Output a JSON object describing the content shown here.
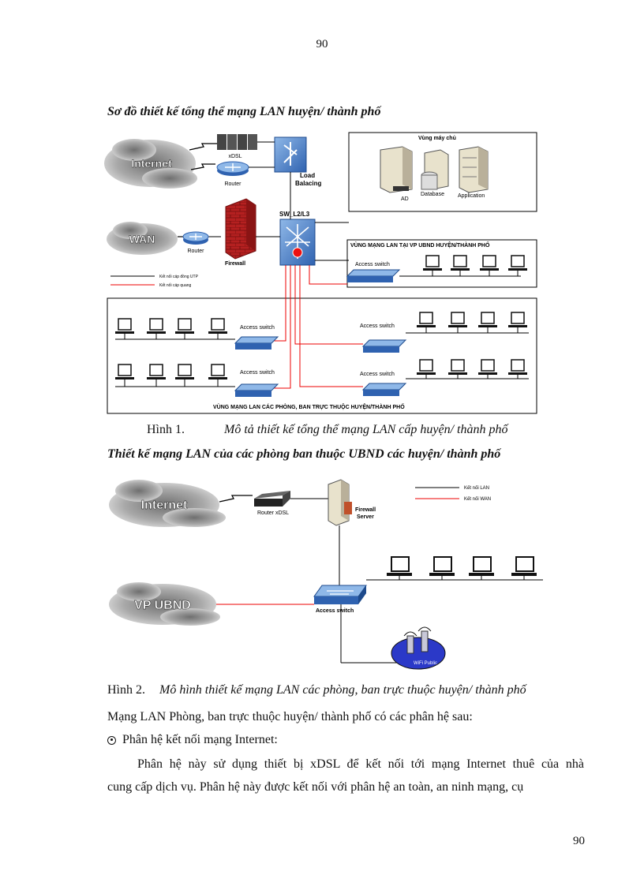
{
  "page": {
    "number_top": "90",
    "number_bottom": "90"
  },
  "section1": {
    "heading": "Sơ đồ thiết kế tổng thể mạng LAN huyện/ thành phố"
  },
  "diagram1": {
    "internet": "Internet",
    "wan": "WAN",
    "xdsl": "xDSL",
    "router_top": "Router",
    "router_wan": "Router",
    "load_balancing": [
      "Load",
      "Balacing"
    ],
    "firewall": "Firewall",
    "core_switch": "SW_L2/L3",
    "server_zone_title": "Vùng máy chủ",
    "server_ad": "AD",
    "server_database": "Database",
    "server_application": "Application",
    "legend_utp": "Kết nối cáp đồng UTP",
    "legend_fiber": "Kết nối cáp quang",
    "lan_hq_title": "VÙNG MẠNG LAN TẠI VP UBND HUYỆN/THÀNH PHỐ",
    "access_switch": "Access switch",
    "lan_dept_title": "VÙNG MẠNG LAN CÁC PHÒNG, BAN TRỰC THUỘC HUYỆN/THÀNH PHỐ"
  },
  "caption1": {
    "label": "Hình 1.",
    "text": "Mô tả thiết kế tổng thể mạng LAN cấp huyện/ thành phố"
  },
  "section2": {
    "heading": "Thiết kế mạng LAN của các phòng ban thuộc  UBND  các huyện/  thành phố"
  },
  "diagram2": {
    "internet": "Internet",
    "vp_ubnd": "VP UBND",
    "router_xdsl": "Router xDSL",
    "firewall_server": [
      "Firewall",
      "Server"
    ],
    "access_switch": "Access switch",
    "wifi": "WiFi Public",
    "legend_lan": "Kết nối LAN",
    "legend_wan": "Kết nối WAN"
  },
  "caption2": {
    "label": "Hình 2.",
    "text": "Mô hình thiết kế mạng LAN các phòng, ban trực thuộc huyện/ thành phố"
  },
  "body": {
    "intro": "Mạng LAN Phòng, ban trực thuộc huyện/ thành phố có các phân hệ sau:",
    "bullet": "Phân hệ kết nối mạng Internet:",
    "para_line1": "Phân hệ này sử dụng thiết bị xDSL để kết nối tới mạng Internet thuê của nhà",
    "para_line2": "cung cấp dịch vụ. Phân hệ này được kết nối với phân hệ an toàn, an ninh mạng, cụ"
  }
}
